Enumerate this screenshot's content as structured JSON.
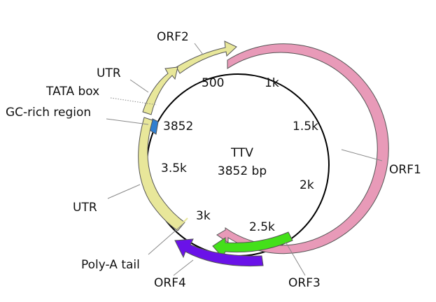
{
  "plasmid": {
    "name": "TTV",
    "size_label": "3852 bp",
    "length_bp": 3852
  },
  "ticks": [
    {
      "label": "500"
    },
    {
      "label": "1k"
    },
    {
      "label": "1.5k"
    },
    {
      "label": "2k"
    },
    {
      "label": "2.5k"
    },
    {
      "label": "3k"
    },
    {
      "label": "3.5k"
    },
    {
      "label": "3852"
    }
  ],
  "features": [
    {
      "id": "orf1",
      "label": "ORF1",
      "color": "#e89ab8"
    },
    {
      "id": "orf2",
      "label": "ORF2",
      "color": "#e8e79a"
    },
    {
      "id": "orf3",
      "label": "ORF3",
      "color": "#44e01a"
    },
    {
      "id": "orf4",
      "label": "ORF4",
      "color": "#6a12e8"
    },
    {
      "id": "utr_top",
      "label": "UTR",
      "color": "#e8e79a"
    },
    {
      "id": "utr_left",
      "label": "UTR",
      "color": "#e8e79a"
    },
    {
      "id": "tata",
      "label": "TATA box",
      "color": "#e8e79a"
    },
    {
      "id": "gc",
      "label": "GC-rich region",
      "color": "#2f7fd0"
    },
    {
      "id": "polya",
      "label": "Poly-A tail",
      "color": "#e8e79a"
    }
  ]
}
